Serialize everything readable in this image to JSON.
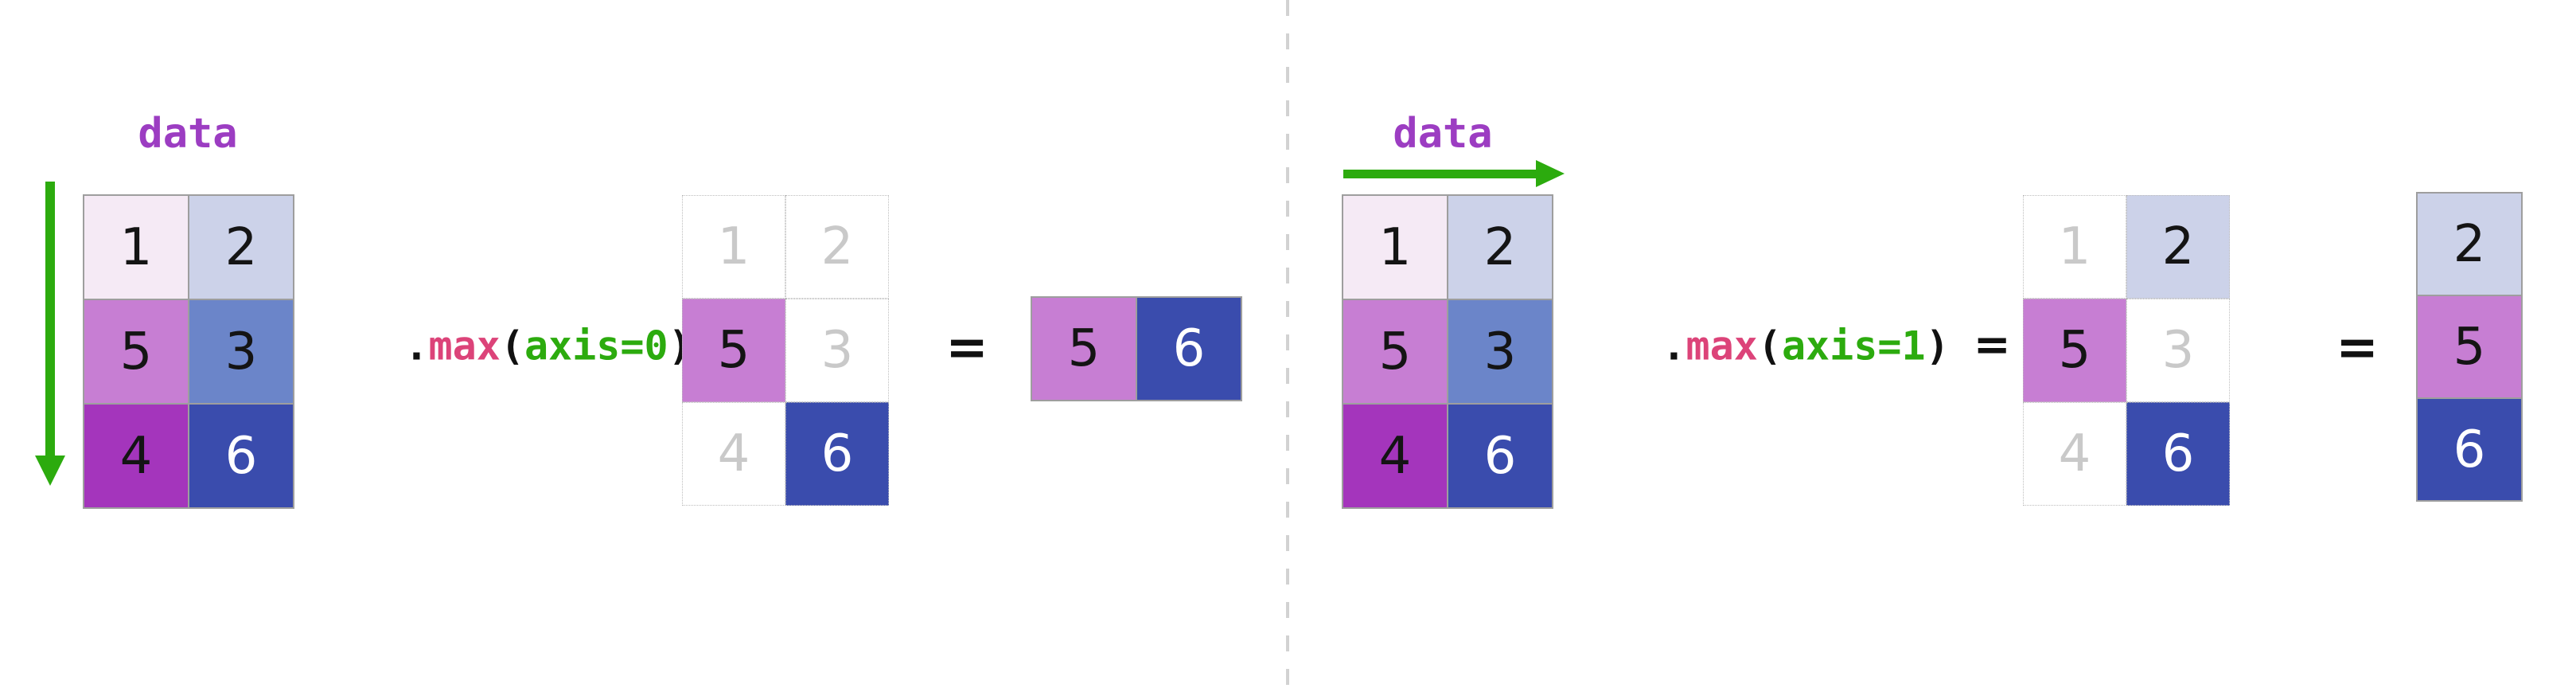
{
  "colors": {
    "data_label": "#9c3dc2",
    "arrow_green": "#2cab0e",
    "method_pink": "#dc4379",
    "axis_arg_green": "#2cab0e",
    "code_punctuation": "#111111",
    "faded_number": "#c9c9c9",
    "divider_gray": "#d2d2d2",
    "cell_1_bg": "#f5eaf5",
    "cell_2_bg": "#ccd2e9",
    "cell_3_bg": "#6b85c9",
    "cell_4_bg": "#a435bc",
    "cell_5_bg": "#c77ed3",
    "cell_6_bg": "#3a4cad"
  },
  "axis0": {
    "label": "data",
    "arrow_direction": "down",
    "code": {
      "dot": ".",
      "method": "max",
      "open": "(",
      "arg": "axis=0",
      "close": ")",
      "equals": "="
    },
    "matrix": [
      [
        "1",
        "2"
      ],
      [
        "5",
        "3"
      ],
      [
        "4",
        "6"
      ]
    ],
    "selection": [
      [
        "1",
        "2"
      ],
      [
        "5",
        "3"
      ],
      [
        "4",
        "6"
      ]
    ],
    "highlighted_values": [
      "5",
      "6"
    ],
    "equals": "=",
    "result": [
      "5",
      "6"
    ]
  },
  "axis1": {
    "label": "data",
    "arrow_direction": "right",
    "code": {
      "dot": ".",
      "method": "max",
      "open": "(",
      "arg": "axis=1",
      "close": ")",
      "equals": "="
    },
    "matrix": [
      [
        "1",
        "2"
      ],
      [
        "5",
        "3"
      ],
      [
        "4",
        "6"
      ]
    ],
    "selection": [
      [
        "1",
        "2"
      ],
      [
        "5",
        "3"
      ],
      [
        "4",
        "6"
      ]
    ],
    "highlighted_values": [
      "2",
      "5",
      "6"
    ],
    "equals": "=",
    "result": [
      "2",
      "5",
      "6"
    ]
  }
}
